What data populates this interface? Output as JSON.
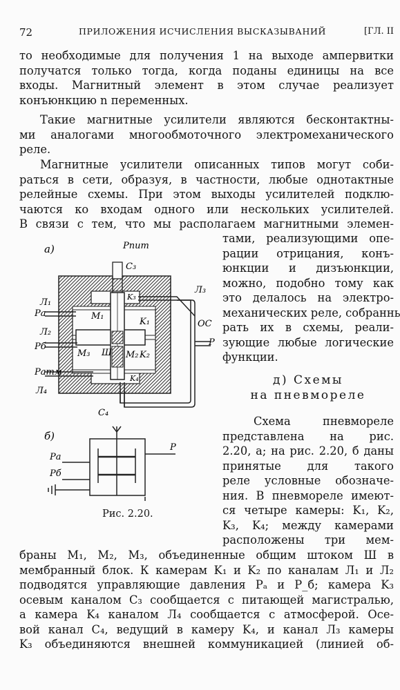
{
  "header": {
    "page_number": "72",
    "running_title": "ПРИЛОЖЕНИЯ ИСЧИСЛЕНИЯ ВЫСКАЗЫВАНИЙ",
    "chapter": "[ГЛ. II"
  },
  "para1": [
    "то необходимые для получения 1 на выходе ампервитки",
    "получатся только тогда, когда поданы единицы на все",
    "входы. Магнитный элемент в этом случае реализует",
    "конъюнкцию n переменных."
  ],
  "para2": [
    "Такие магнитные усилители являются бесконтактны-",
    "ми аналогами многообмоточного электромеханического",
    "реле."
  ],
  "para3": [
    "Магнитные усилители описанных типов могут соби-",
    "раться в сети, образуя, в частности, любые однотактные",
    "релейные схемы. При этом выходы усилителей подклю-",
    "чаются ко входам одного или нескольких усилителей.",
    "В связи с тем, что мы располагаем магнитными элемен-"
  ],
  "para3_right": [
    "тами, реализующими опе-",
    "рации отрицания, конъ-",
    "юнкции и дизъюнкции,",
    "можно, подобно тому как",
    "это делалось на электро-",
    "механических реле, собранные",
    "рать их в схемы, реали-",
    "зующие любые логические",
    "функции."
  ],
  "section_heading": [
    "д) Схемы",
    "на пневмореле"
  ],
  "para4_right": [
    "Схема пневмореле",
    "представлена на рис.",
    "2.20, а; на рис. 2.20, б даны",
    "принятые для такого",
    "реле условные обозначе-",
    "ния. В пневмореле имеют-",
    "ся четыре камеры: K₁, K₂,",
    "K₃, K₄; между камерами",
    "расположены три мем-"
  ],
  "para4_full": [
    "браны M₁, M₂, M₃, объединенные общим штоком Ш в",
    "мембранный блок. К камерам K₁ и K₂ по каналам Л₁ и Л₂",
    "подводятся управляющие давления Pₐ и P_б; камера K₃",
    "осевым каналом C₃ сообщается с питающей магистралью,",
    "а камера K₄ каналом Л₄ сообщается с атмосферой. Осе-",
    "вой канал C₄, ведущий в камеру K₄, и канал Л₃ камеры",
    "K₃ объединяются внешней коммуникацией (линией об-"
  ],
  "figure": {
    "caption": "Рис. 2.20.",
    "label_a": "а)",
    "label_b": "б)",
    "labels": {
      "p_pit": "Pпит",
      "c3": "C₃",
      "l3": "Л₃",
      "k3": "K₃",
      "l1": "Л₁",
      "pa": "Pа",
      "m1": "M₁",
      "k1": "K₁",
      "oc": "ОС",
      "l2": "Л₂",
      "m3": "M₃",
      "pb": "Pб",
      "sh": "Ш",
      "m2": "M₂",
      "k2": "K₂",
      "p": "P",
      "patm": "Pатм",
      "k4": "K₄",
      "l4": "Л₄",
      "c4": "C₄",
      "b_pa": "Pа",
      "b_pb": "Pб",
      "b_p": "P"
    }
  }
}
